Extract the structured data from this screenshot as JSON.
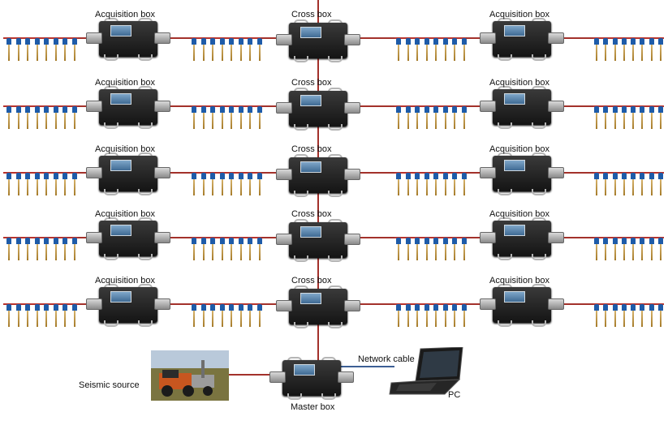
{
  "labels": {
    "acquisition_box": "Acquisition box",
    "cross_box": "Cross box",
    "master_box": "Master box",
    "network_cable": "Network cable",
    "seismic_source": "Seismic source",
    "pc": "PC"
  },
  "colors": {
    "spread_cable": "#b8332c",
    "network_cable": "#3d5f94",
    "box_body": "#1e1e1e",
    "geophone_cap": "#1e5ba8"
  },
  "rows": [
    {
      "row": 1,
      "boxes": [
        "acquisition_box",
        "cross_box",
        "acquisition_box"
      ]
    },
    {
      "row": 2,
      "boxes": [
        "acquisition_box",
        "cross_box",
        "acquisition_box"
      ]
    },
    {
      "row": 3,
      "boxes": [
        "acquisition_box",
        "cross_box",
        "acquisition_box"
      ]
    },
    {
      "row": 4,
      "boxes": [
        "acquisition_box",
        "cross_box",
        "acquisition_box"
      ]
    },
    {
      "row": 5,
      "boxes": [
        "acquisition_box",
        "cross_box",
        "acquisition_box"
      ]
    }
  ],
  "geophones_per_string": 8,
  "icons": [
    "acquisition-box-icon",
    "cross-box-icon",
    "master-box-icon",
    "geophone-icon",
    "vibroseis-truck-photo",
    "laptop-icon"
  ]
}
